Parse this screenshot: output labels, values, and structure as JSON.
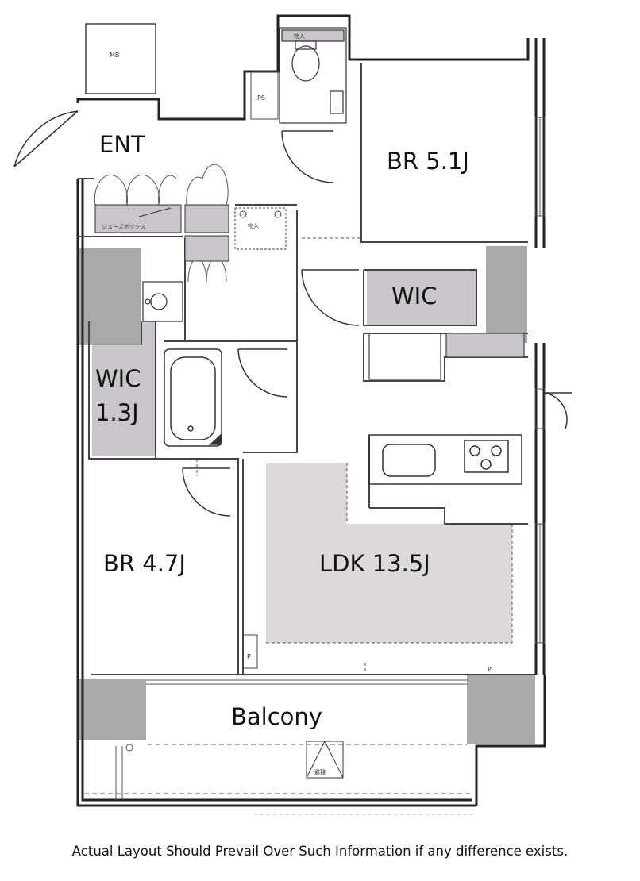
{
  "rooms": {
    "ent": "ENT",
    "br1": "BR 5.1J",
    "wic1": "WIC",
    "wic2_line1": "WIC",
    "wic2_line2": "1.3J",
    "br2": "BR 4.7J",
    "ldk": "LDK  13.5J",
    "balcony": "Balcony"
  },
  "fixtures": {
    "mb": "MB",
    "ps": "PS",
    "p1": "P",
    "p2": "P",
    "shoe_box": "シューズボックス",
    "storage": "物入",
    "storage2": "物入",
    "evac": "避難"
  },
  "disclaimer": "Actual Layout Should Prevail Over Such Information if any difference exists."
}
